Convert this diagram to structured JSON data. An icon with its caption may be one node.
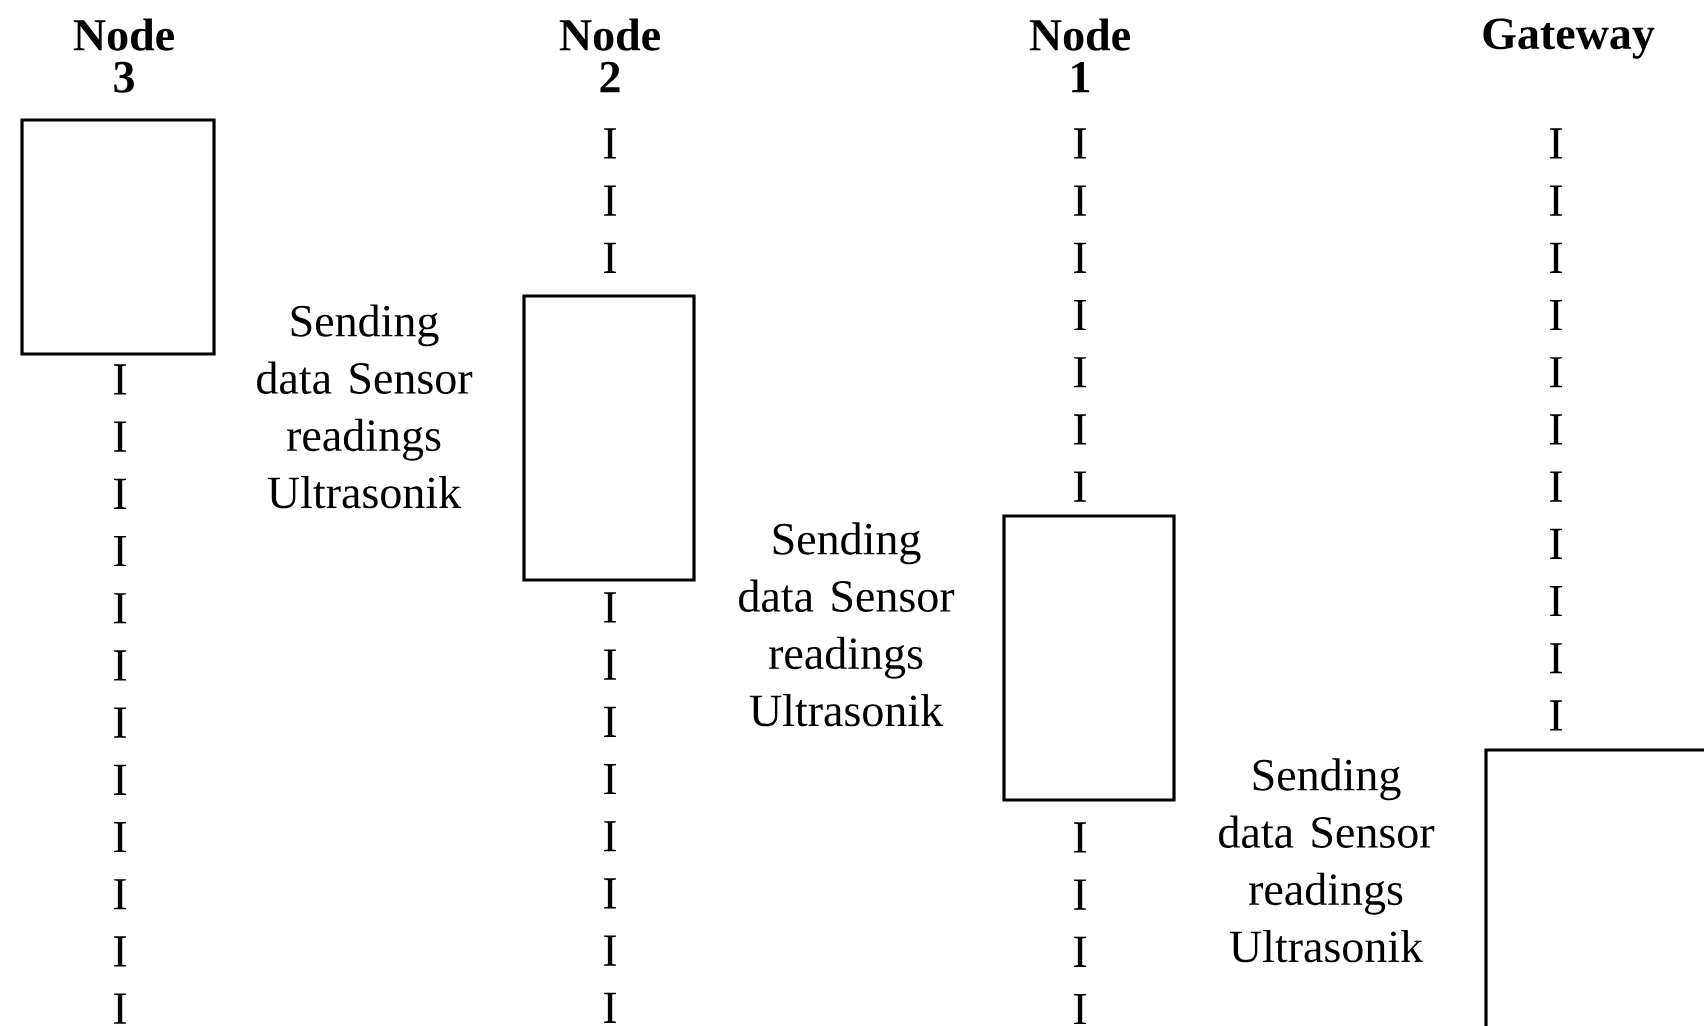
{
  "diagram": {
    "nodes": [
      {
        "text": [
          "Node 3"
        ]
      },
      {
        "text": [
          "Node 2"
        ]
      },
      {
        "text": [
          "Node 1"
        ]
      },
      {
        "text": [
          "Gateway"
        ]
      },
      {
        "text": [],
        "shape": "box"
      },
      {
        "text": [],
        "shape": "box"
      },
      {
        "text": [],
        "shape": "box"
      },
      {
        "text": [],
        "shape": "box"
      }
    ],
    "labels": [
      "I I I",
      "I I I I I I I",
      "I I I I I I I I I I I",
      "Sending data Sensor readings Ultrasonik",
      "I I I I I I I I I I I I",
      "I I I I I I I I",
      "Sending data Sensor readings Ultrasonik",
      "I I I I",
      "Sending data Sensor readings Ultrasonik"
    ]
  }
}
